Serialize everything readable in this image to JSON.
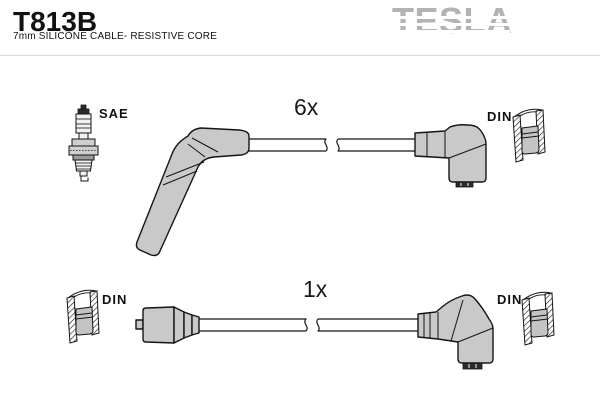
{
  "header": {
    "part_number": "T813B",
    "subtitle": "7mm SILICONE CABLE- RESISTIVE CORE",
    "brand": "TESLA"
  },
  "diagram": {
    "cables": [
      {
        "id": "main-spark-plug-cable",
        "quantity": 6,
        "quantity_label": "6x",
        "left_end": {
          "type": "SAE",
          "label": "SAE",
          "icon": "spark-plug-icon",
          "boot": "angled-boot"
        },
        "right_end": {
          "type": "DIN",
          "label": "DIN",
          "icon": "din-connector-icon",
          "boot": "elbow-boot"
        }
      },
      {
        "id": "coil-cable",
        "quantity": 1,
        "quantity_label": "1x",
        "left_end": {
          "type": "DIN",
          "label": "DIN",
          "icon": "din-connector-icon",
          "boot": "straight-boot"
        },
        "right_end": {
          "type": "DIN",
          "label": "DIN",
          "icon": "din-connector-icon",
          "boot": "elbow-boot"
        }
      }
    ]
  },
  "icons": {
    "spark_plug": "spark-plug-icon",
    "din_connector": "din-connector-icon"
  },
  "colors": {
    "boot_gray": "#c9c9c9",
    "outline": "#141414",
    "logo_gray": "#b3b3b3",
    "cable_white": "#ffffff",
    "background": "#ffffff"
  }
}
